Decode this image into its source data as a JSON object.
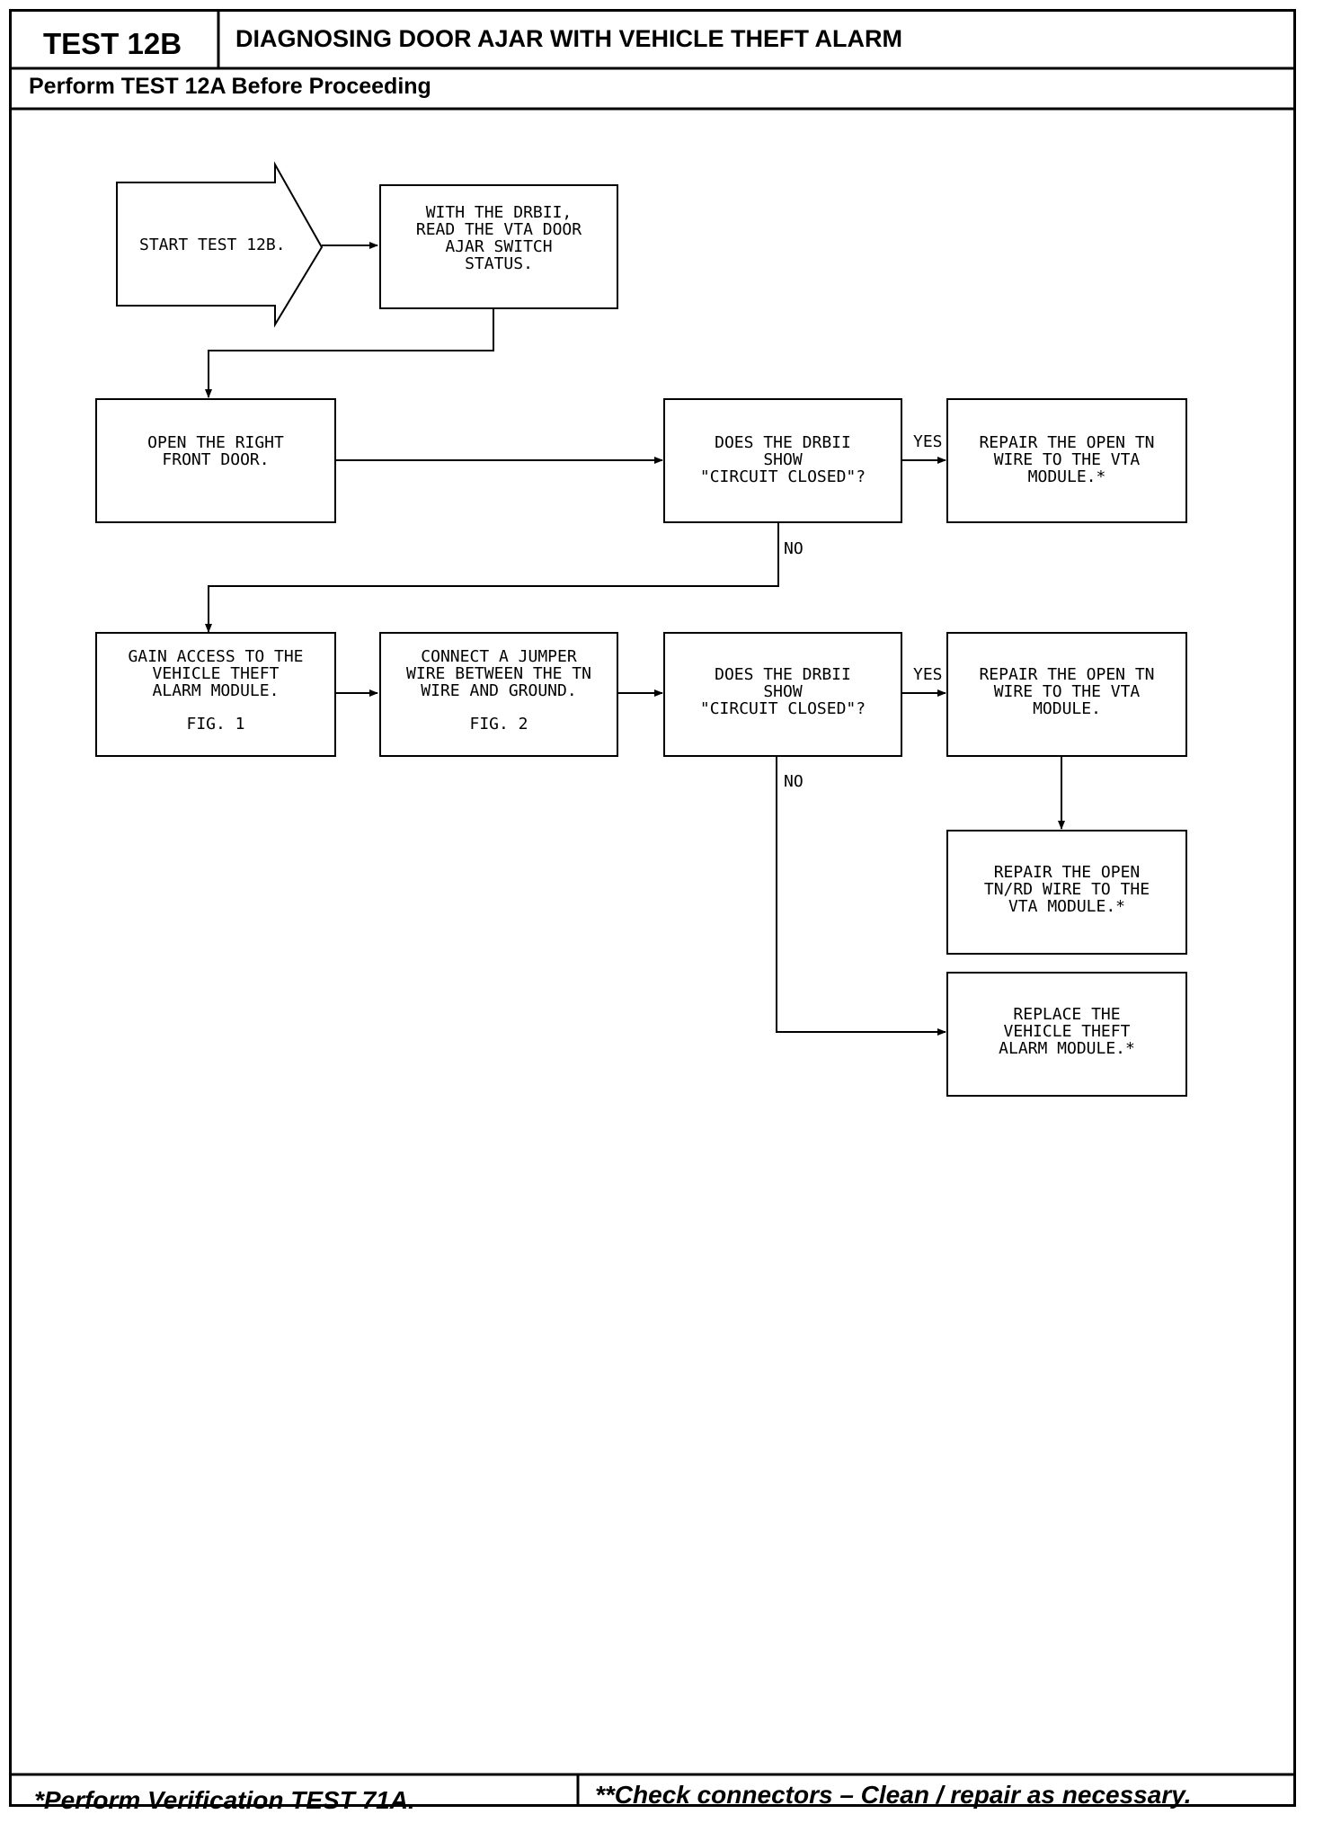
{
  "header": {
    "test_id": "TEST 12B",
    "title": "DIAGNOSING DOOR AJAR WITH VEHICLE THEFT ALARM",
    "prerequisite": "Perform TEST 12A Before Proceeding"
  },
  "flow": {
    "start": "START TEST 12B.",
    "read_status": "WITH THE DRBII,\nREAD THE VTA DOOR\nAJAR SWITCH\nSTATUS.",
    "open_door": "OPEN THE RIGHT\nFRONT DOOR.",
    "q1": "DOES THE DRBII\nSHOW\n\"CIRCUIT CLOSED\"?",
    "repair_tn_1": "REPAIR THE OPEN TN\nWIRE TO THE VTA\nMODULE.*",
    "gain_access": "GAIN ACCESS TO THE\nVEHICLE THEFT\nALARM MODULE.",
    "gain_access_fig": "FIG. 1",
    "connect_jumper": "CONNECT A JUMPER\nWIRE BETWEEN THE TN\nWIRE AND GROUND.",
    "connect_jumper_fig": "FIG. 2",
    "q2": "DOES THE DRBII\nSHOW\n\"CIRCUIT CLOSED\"?",
    "repair_tn_2": "REPAIR THE OPEN TN\nWIRE TO THE VTA\nMODULE.",
    "repair_tnrd": "REPAIR THE OPEN\nTN/RD WIRE TO THE\nVTA MODULE.*",
    "replace_module": "REPLACE THE\nVEHICLE THEFT\nALARM MODULE.*"
  },
  "labels": {
    "yes": "YES",
    "no": "NO"
  },
  "footer": {
    "left": "*Perform Verification TEST 71A.",
    "right": "**Check connectors – Clean / repair as necessary."
  }
}
